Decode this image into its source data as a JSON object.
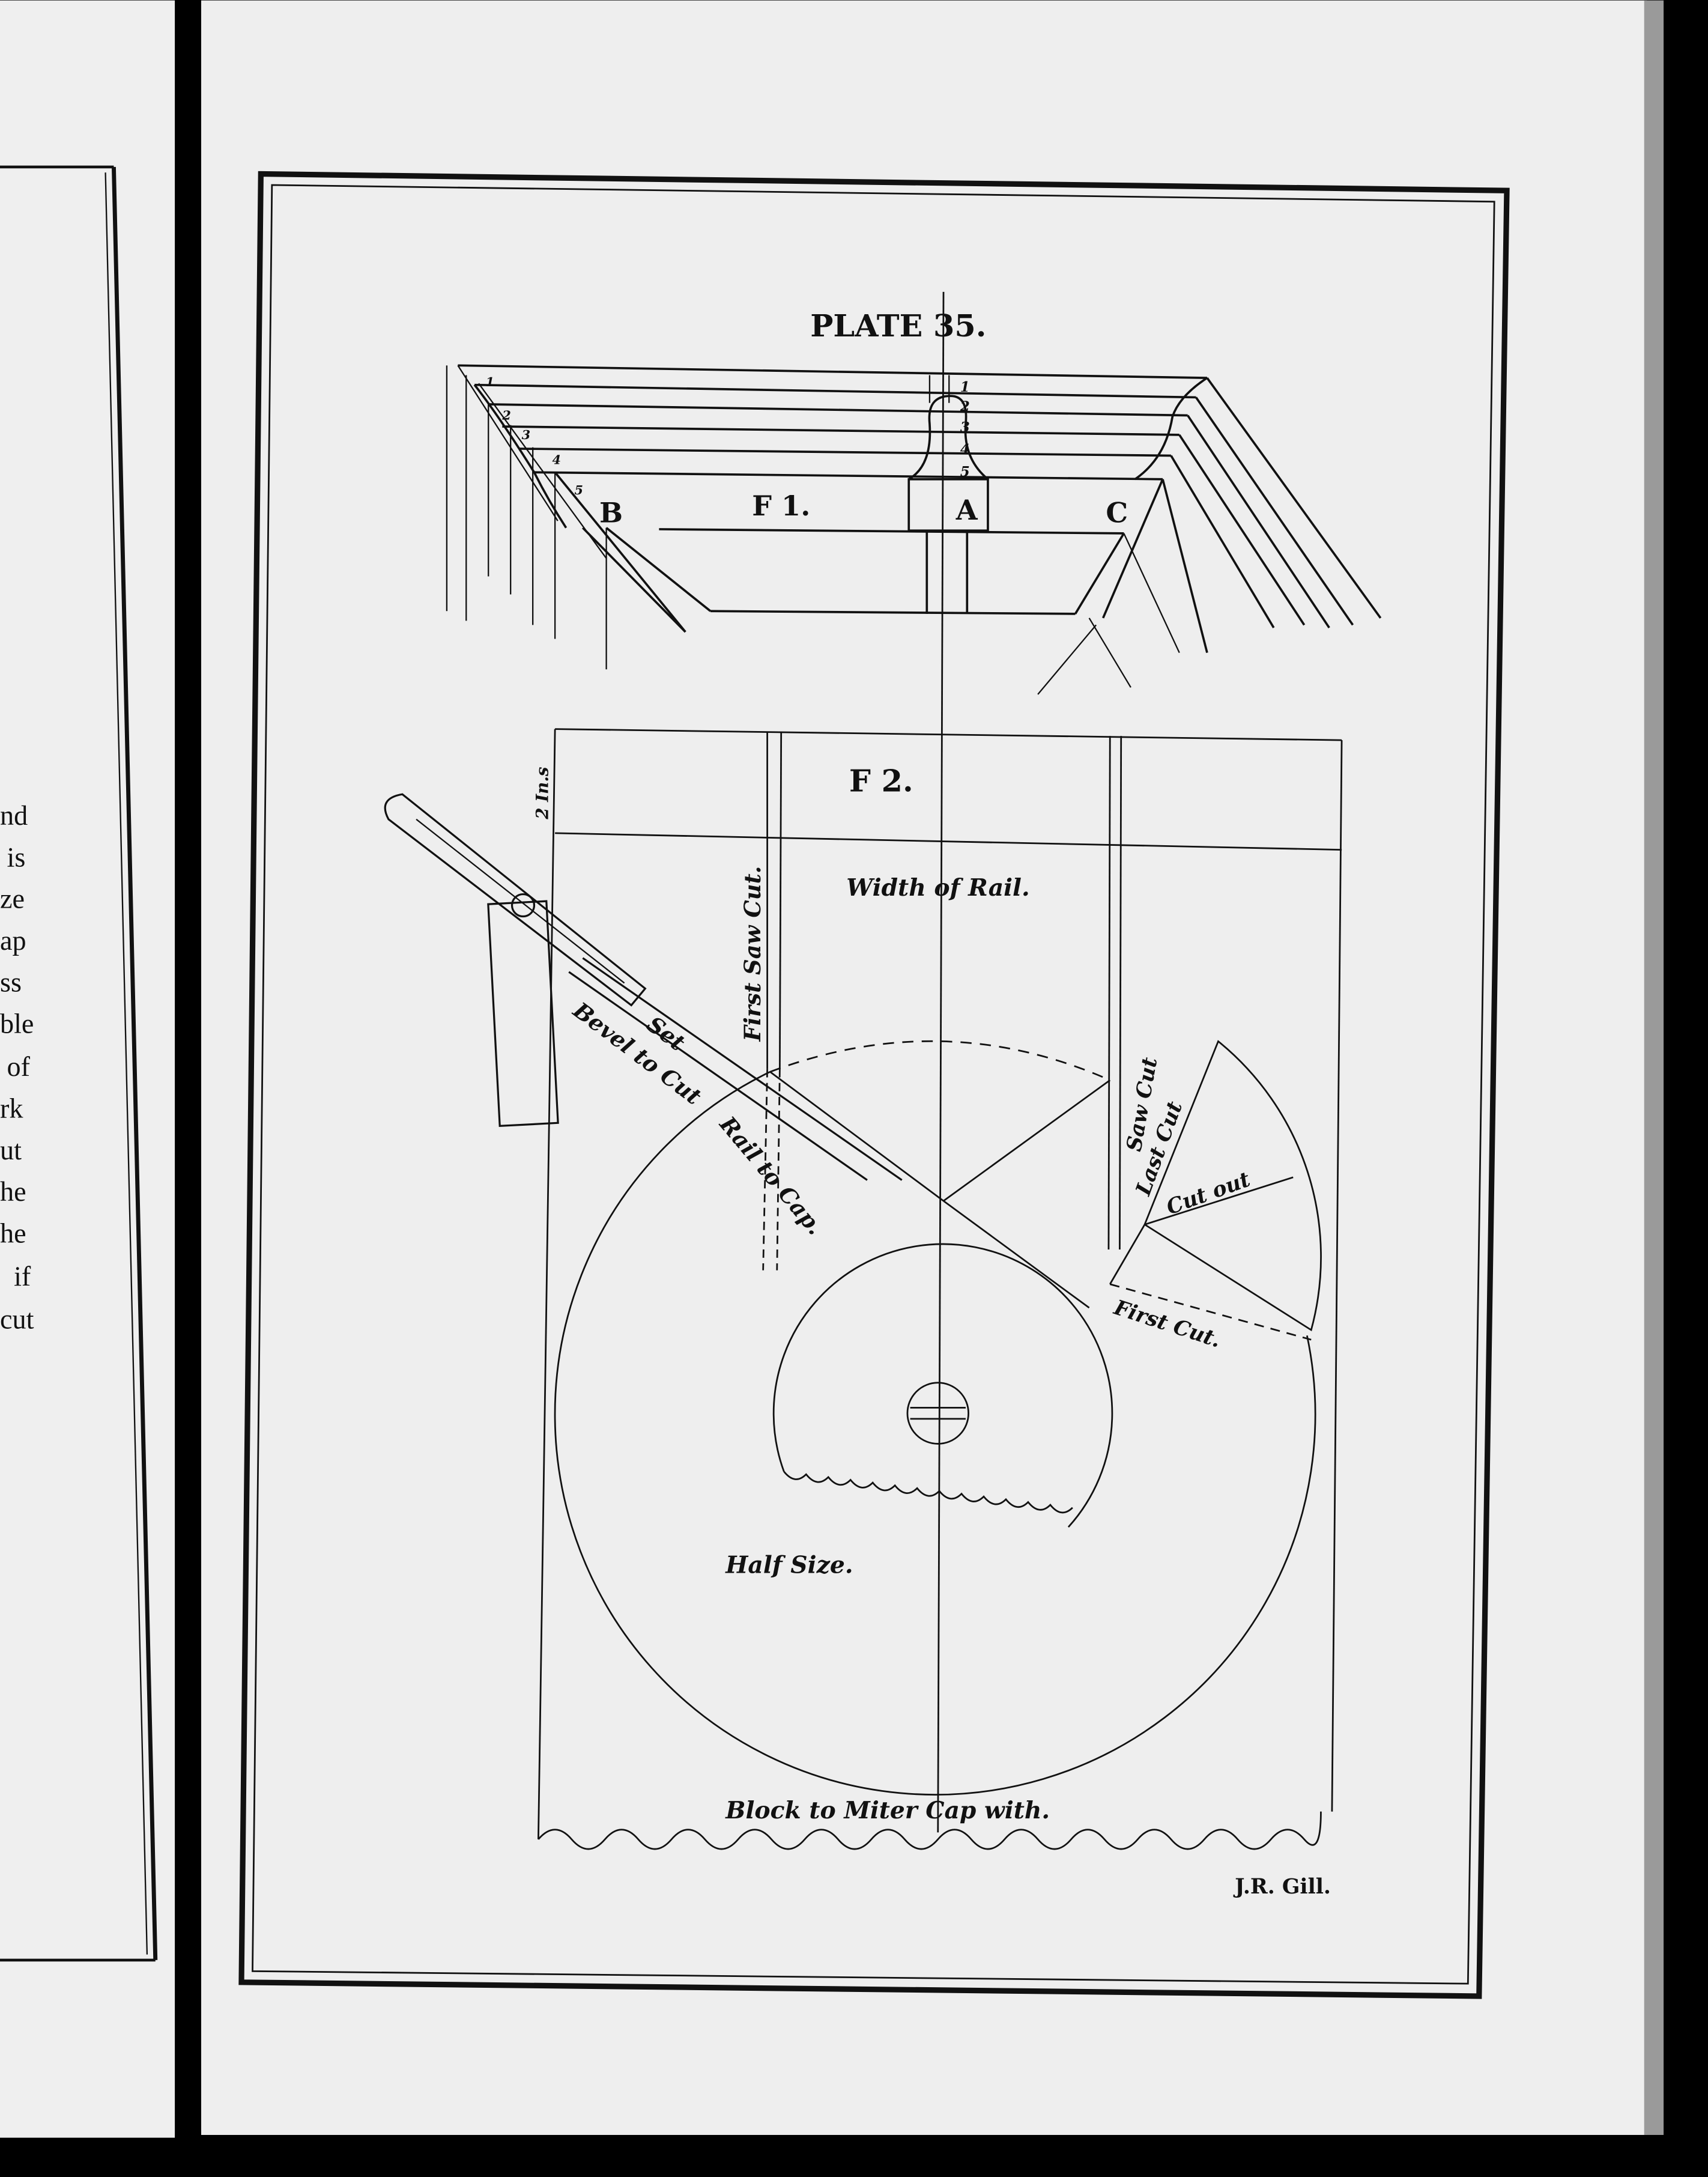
{
  "left_page": {
    "line_fragments": [
      "nd",
      "is",
      "ze",
      "ap",
      "ss",
      "ble",
      "of",
      "rk",
      "ut",
      "he",
      "he",
      "if",
      "cut"
    ]
  },
  "plate": {
    "title": "PLATE 35.",
    "signature": "J.R. Gill.",
    "figure1": {
      "label": "F 1.",
      "section_labels": [
        "A",
        "B",
        "C"
      ],
      "numbers_center": [
        "1",
        "2",
        "3",
        "4",
        "5"
      ],
      "numbers_left": [
        "1",
        "2",
        "3",
        "4",
        "5"
      ]
    },
    "figure2": {
      "label": "F 2.",
      "dimension": "2 In.s",
      "first_saw_cut": "First Saw Cut.",
      "width_of_rail": "Width of Rail.",
      "set": "Set",
      "bevel_to_cut": "Bevel to Cut",
      "rail_to_cap": "Rail to Cap.",
      "saw_cut": "Saw Cut",
      "last_cut": "Last Cut",
      "cut_out": "Cut out",
      "first_cut": "First Cut.",
      "half_size": "Half Size.",
      "caption": "Block to Miter Cap with."
    }
  }
}
